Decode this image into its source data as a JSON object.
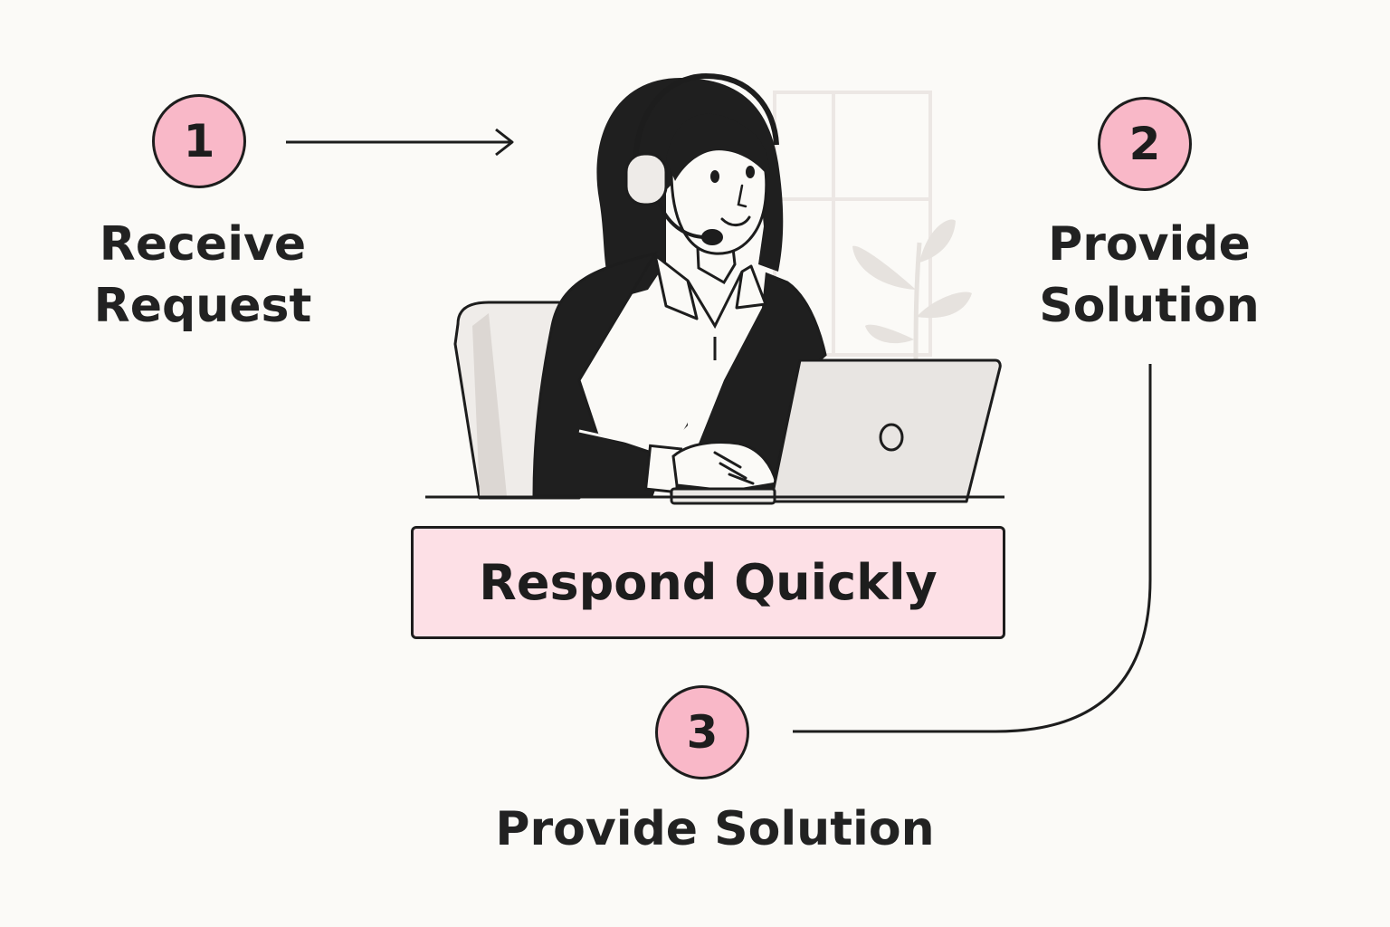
{
  "steps": [
    {
      "number": "1",
      "label_line1": "Receive",
      "label_line2": "Request"
    },
    {
      "number": "2",
      "label_line1": "Provide",
      "label_line2": "Solution"
    },
    {
      "number": "3",
      "label": "Provide Solution"
    }
  ],
  "banner": {
    "text": "Respond Quickly"
  },
  "colors": {
    "background": "#fbfaf7",
    "badge_fill": "#f9b8c8",
    "banner_fill": "#fde0e6",
    "ink": "#1d1d1d",
    "light_grey": "#e9e6e2"
  },
  "illustration": {
    "subject": "support-agent-with-headset-at-laptop",
    "icons": [
      "headset-icon",
      "laptop-icon",
      "window-icon",
      "plant-icon",
      "chair-icon"
    ]
  }
}
